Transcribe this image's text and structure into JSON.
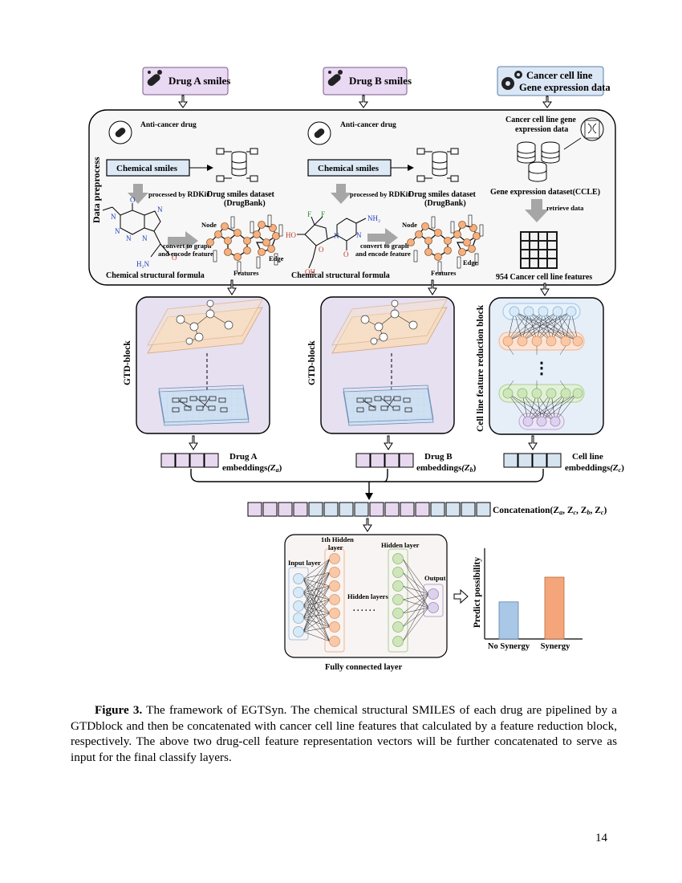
{
  "inputs": {
    "drug_a": "Drug A smiles",
    "drug_b": "Drug B smiles",
    "cell_line_1": "Cancer cell line",
    "cell_line_2": "Gene expression data"
  },
  "preprocess": {
    "section_label": "Data preprocess",
    "anti_cancer_drug": "Anti-cancer drug",
    "chemical_smiles": "Chemical smiles",
    "processed_by_prefix": "processed by ",
    "processed_by_tool": "RDKit",
    "dataset_line1": "Drug smiles dataset",
    "dataset_line2": "(DrugBank)",
    "convert_line1": "convert to graph",
    "convert_line2": "and encode feature",
    "node": "Node",
    "edge": "Edge",
    "features": "Features",
    "structural_formula": "Chemical structural formula",
    "cell_gene_line1": "Cancer cell line gene",
    "cell_gene_line2": "expression data",
    "gene_dataset": "Gene expression dataset(CCLE)",
    "retrieve": "retrieve data",
    "cell_features": "954  Cancer cell line features",
    "atom_o": "O",
    "atom_n": "N",
    "atom_nh2": "NH₂",
    "atom_h2n": "H₂N",
    "atom_ho": "HO",
    "atom_oh": "OH",
    "atom_f": "F"
  },
  "blocks": {
    "gtd": "GTD-block",
    "cell_reduction": "Cell line feature reduction block",
    "vertical_dots": "⋮"
  },
  "embeddings": {
    "drug_a_title": "Drug A",
    "drug_a_sub": "embeddings",
    "drug_a_sym": "(Z",
    "drug_a_sub_letter": "a",
    "drug_b_title": "Drug B",
    "drug_b_sub": "embeddings",
    "drug_b_sym": "(Z",
    "drug_b_sub_letter": "b",
    "cell_title": "Cell line",
    "cell_sub": "embeddings",
    "cell_sym": "(Z",
    "cell_sub_letter": "c",
    "close_paren": ")",
    "concatenation": "Concatenation(Z",
    "concat_rest_1": ", Z",
    "concat_rest_2": ", Z",
    "concat_rest_3": ", Z",
    "concat_close": ")",
    "concat_sub_1": "a",
    "concat_sub_2": "c",
    "concat_sub_3": "b",
    "concat_sub_4": "c"
  },
  "fc": {
    "input_layer": "Input layer",
    "hidden1_line1": "1th Hidden",
    "hidden1_line2": "layer",
    "hidden_layers": "Hidden layers",
    "dots": ". . . . . .",
    "hidden_layer": "Hidden layer",
    "output": "Output",
    "title": "Fully connected layer"
  },
  "chart_data": {
    "type": "bar",
    "categories": [
      "No Synergy",
      "Synergy"
    ],
    "values": [
      0.42,
      0.7
    ],
    "ylabel": "Predict possibility",
    "colors": [
      "#a9c8e8",
      "#f4a67a"
    ]
  },
  "caption": {
    "label": "Figure 3.",
    "text": " The framework of EGTSyn. The chemical structural SMILES of each drug are pipelined by a GTDblock and then be concatenated with cancer cell line features that calculated by a feature reduction block, respectively. The above two drug-cell feature representation vectors will be further concatenated to serve as input for the final classify layers."
  },
  "page_number": "14"
}
